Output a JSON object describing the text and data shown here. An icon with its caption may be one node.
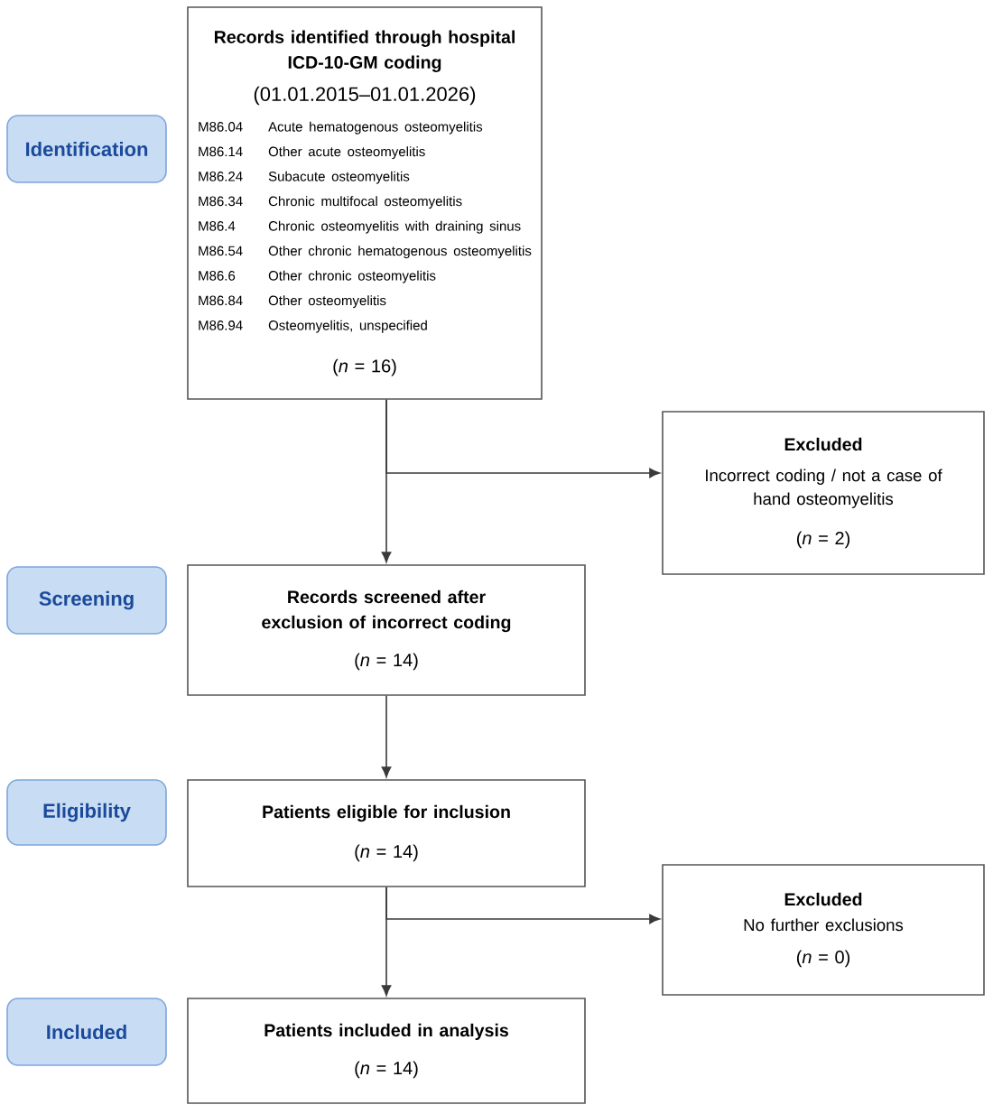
{
  "diagram": {
    "nodes": [
      {
        "text": [
          "Identification"
        ]
      },
      {
        "text": [
          "Records identified through hospital ICD-10-GM coding",
          "(01.01.2015–01.01.2026)",
          "M86.04",
          "Acute hematogenous osteomyelitis",
          "M86.14",
          "Other acute osteomyelitis",
          "M86.24",
          "Subacute osteomyelitis",
          "M86.34",
          "Chronic multifocal osteomyelitis",
          "M86.4",
          "Chronic osteomyelitis with draining sinus",
          "M86.54",
          "Other chronic hematogenous osteomyelitis",
          "M86.6",
          "Other chronic osteomyelitis",
          "M86.84",
          "Other osteomyelitis",
          "M86.94",
          "Osteomyelitis, unspecified",
          "(*n* = 16)"
        ]
      },
      {
        "text": [
          "Excluded",
          "Incorrect coding / not a case of hand osteomyelitis",
          "(*n* = 2)"
        ]
      },
      {
        "text": [
          "Screening"
        ]
      },
      {
        "text": [
          "Records screened after exclusion of incorrect coding",
          "(*n* = 14)"
        ]
      },
      {
        "text": [
          "Eligibility"
        ]
      },
      {
        "text": [
          "Patients eligible for inclusion",
          "(*n* = 14)"
        ]
      },
      {
        "text": [
          "Excluded",
          "No further exclusions",
          "(*n* = 0)"
        ]
      },
      {
        "text": [
          "Included"
        ]
      },
      {
        "text": [
          "Patients included in analysis",
          "(*n* = 14)"
        ]
      }
    ],
    "edges": [
      {
        "from": 1,
        "to": 4,
        "arrow": "to"
      },
      {
        "from": 1,
        "to": 2,
        "arrow": "to"
      },
      {
        "from": 4,
        "to": 6,
        "arrow": "to"
      },
      {
        "from": 6,
        "to": 9,
        "arrow": "to"
      },
      {
        "from": 6,
        "to": 7,
        "arrow": "to"
      }
    ]
  }
}
